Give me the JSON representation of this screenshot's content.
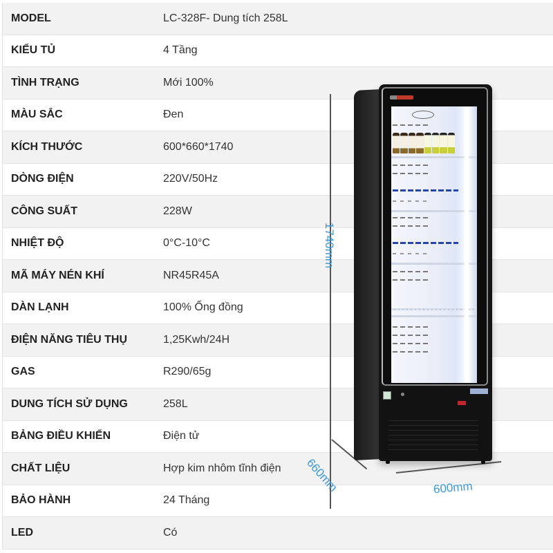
{
  "specs": {
    "rows": [
      {
        "label": "MODEL",
        "value": "LC-328F- Dung tích 258L"
      },
      {
        "label": "KIỂU TỦ",
        "value": "4 Tầng"
      },
      {
        "label": "TÌNH TRẠNG",
        "value": "Mới 100%"
      },
      {
        "label": "MÀU SẮC",
        "value": "Đen"
      },
      {
        "label": "KÍCH THƯỚC",
        "value": "600*660*1740"
      },
      {
        "label": "DÒNG ĐIỆN",
        "value": "220V/50Hz"
      },
      {
        "label": "CÔNG SUẤT",
        "value": "228W"
      },
      {
        "label": "NHIỆT ĐỘ",
        "value": "0°C-10°C"
      },
      {
        "label": "MÃ MÁY NÉN KHÍ",
        "value": "NR45R45A"
      },
      {
        "label": "DÀN LẠNH",
        "value": "100% Ống đồng"
      },
      {
        "label": "ĐIỆN NĂNG TIÊU THỤ",
        "value": "1,25Kwh/24H"
      },
      {
        "label": "GAS",
        "value": "R290/65g"
      },
      {
        "label": "DUNG TÍCH SỬ DỤNG",
        "value": "258L"
      },
      {
        "label": "BẢNG ĐIỀU KHIỂN",
        "value": "Điện tử"
      },
      {
        "label": "CHẤT LIỆU",
        "value": "Hợp kim nhôm tĩnh điện"
      },
      {
        "label": "BẢO HÀNH",
        "value": "24 Tháng"
      },
      {
        "label": "LED",
        "value": "Có"
      }
    ]
  },
  "product_image": {
    "subject": "black single-door beverage display fridge",
    "dimensions": {
      "height": "1740mm",
      "depth": "660mm",
      "width": "600mm"
    }
  },
  "colors": {
    "row_shaded": "#f2f2f2",
    "row_plain": "#ffffff",
    "dimension_text": "#3a9ad9",
    "fridge_body": "#141414"
  }
}
